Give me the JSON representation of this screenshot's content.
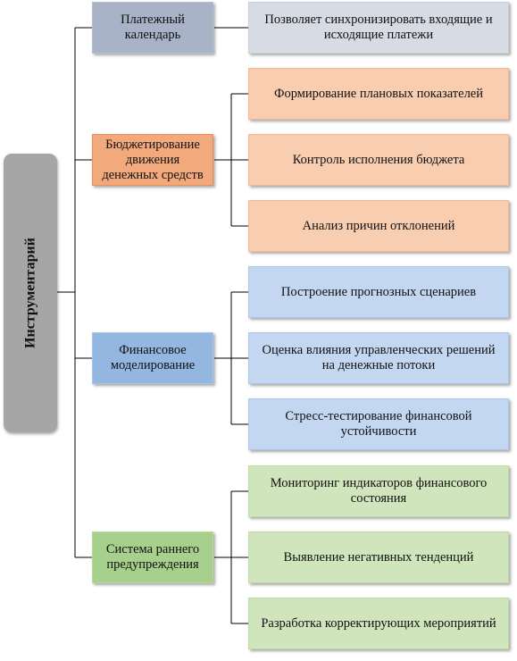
{
  "root": {
    "label": "Инструментарий"
  },
  "categories": [
    {
      "label": "Платежный календарь",
      "leaves": [
        "Позволяет синхронизировать входящие и исходящие платежи"
      ]
    },
    {
      "label": "Бюджетирование движения денежных средств",
      "leaves": [
        "Формирование плановых показателей",
        "Контроль исполнения бюджета",
        "Анализ причин отклонений"
      ]
    },
    {
      "label": "Финансовое моделирование",
      "leaves": [
        "Построение прогнозных сценариев",
        "Оценка влияния управленческих решений на денежные потоки",
        "Стресс-тестирование финансовой устойчивости"
      ]
    },
    {
      "label": "Система раннего предупреждения",
      "leaves": [
        "Мониторинг индикаторов финансового состояния",
        "Выявление негативных тенденций",
        "Разработка корректирующих мероприятий"
      ]
    }
  ],
  "colors": {
    "line": "#000000",
    "root": "#a6a6a6",
    "calendar": "#a8b3c8",
    "budgeting": "#f2a97c",
    "modeling": "#93b7e1",
    "warning": "#a7d08c"
  }
}
